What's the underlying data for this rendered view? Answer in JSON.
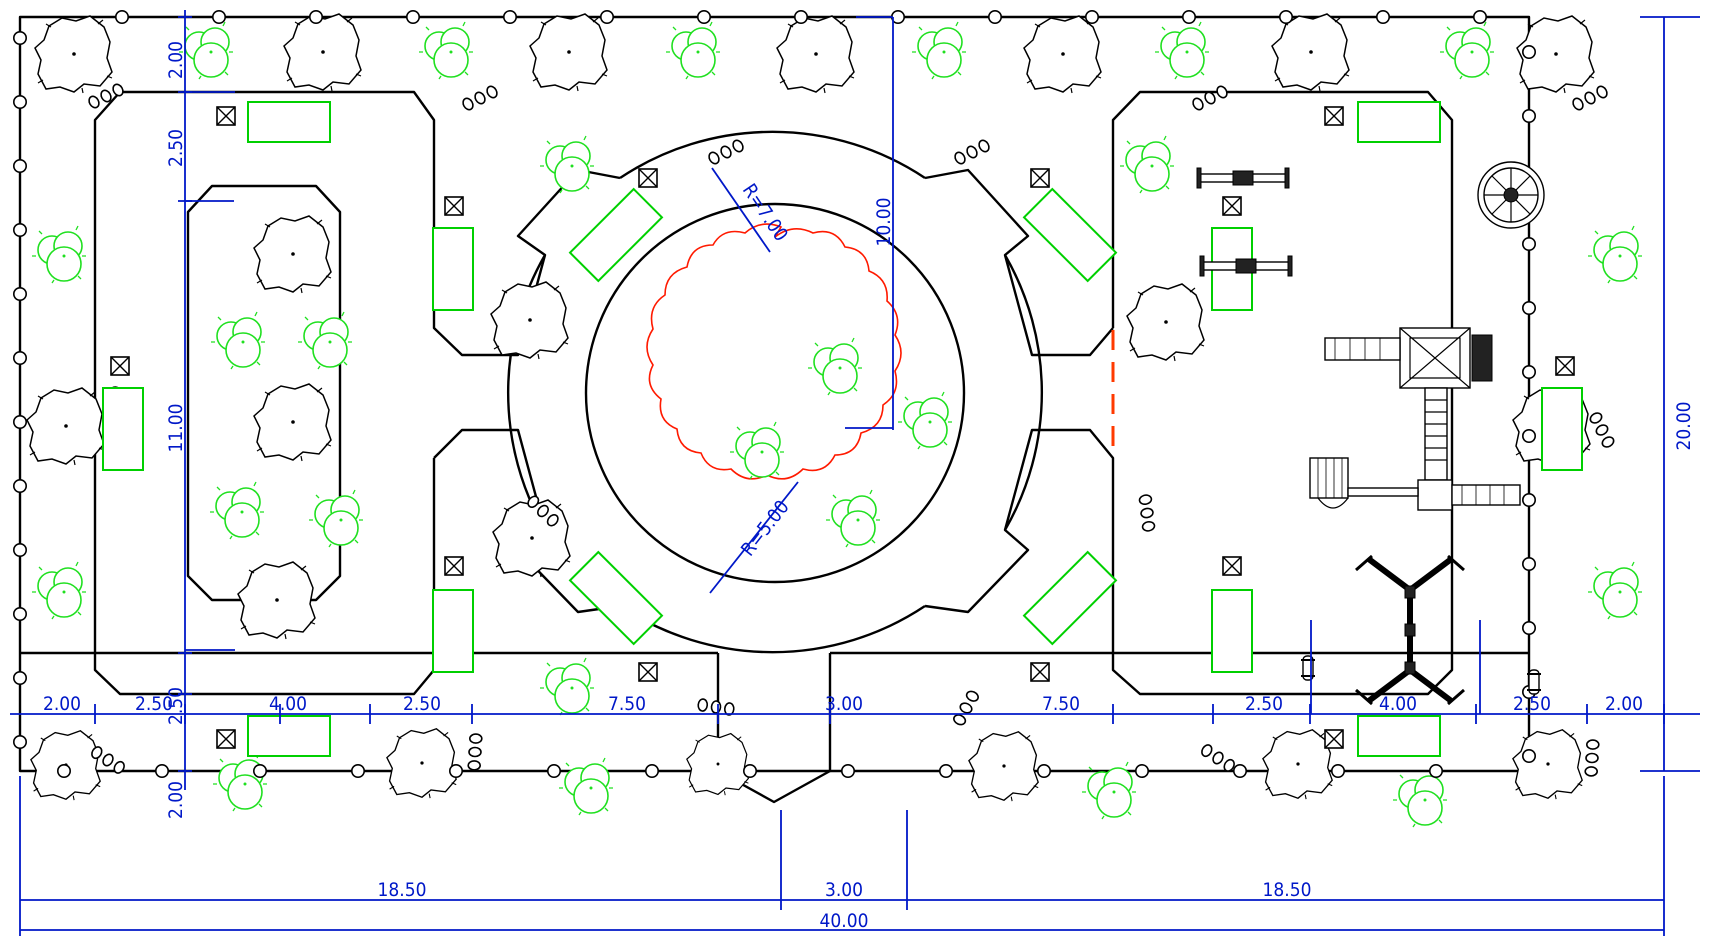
{
  "plan": {
    "dimensions": {
      "top_depth_left": "2.00",
      "green_depth_left": "2.50",
      "bed_length": "11.00",
      "bottom_depth_left": "2.00",
      "lower_mark": "2.50",
      "circle_radius_outer": "R=7.00",
      "circle_radius_inner": "R=5.00",
      "center_height": "10.00",
      "total_height": "20.00",
      "row_left_1": "2.00",
      "row_left_2": "2.50",
      "row_left_3": "4.00",
      "row_left_4": "2.50",
      "row_left_5": "7.50",
      "row_center": "3.00",
      "row_right_5": "7.50",
      "row_right_4": "2.50",
      "row_right_3": "4.00",
      "row_right_2": "2.50",
      "row_right_1": "2.00",
      "bottom_left": "18.50",
      "bottom_center": "3.00",
      "bottom_right": "18.50",
      "total_width": "40.00"
    },
    "colors": {
      "outline": "#000000",
      "dimension": "#0018c8",
      "bench": "#00d000",
      "shrub": "#20e020",
      "flower_bed": "#ff1a00"
    },
    "icons": [
      "tree-icon",
      "shrub-icon",
      "lamp-icon",
      "waste-bin-icon",
      "bench-icon",
      "seesaw-icon",
      "carousel-icon",
      "play-tower-icon",
      "swing-icon",
      "spring-rider-icon"
    ]
  }
}
